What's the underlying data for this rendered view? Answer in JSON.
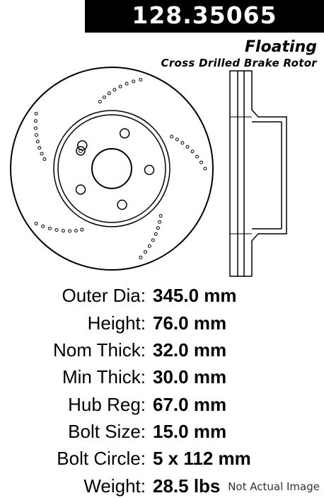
{
  "header": {
    "part_number": "128.35065",
    "subtitle_line1": "Floating",
    "subtitle_line2": "Cross Drilled Brake Rotor"
  },
  "specs": [
    {
      "label": "Outer Dia:",
      "value": "345.0 mm"
    },
    {
      "label": "Height:",
      "value": "76.0 mm"
    },
    {
      "label": "Nom Thick:",
      "value": "32.0 mm"
    },
    {
      "label": "Min Thick:",
      "value": "30.0 mm"
    },
    {
      "label": "Hub Reg:",
      "value": "67.0 mm"
    },
    {
      "label": "Bolt Size:",
      "value": "15.0 mm"
    },
    {
      "label": "Bolt Circle:",
      "value": "5 x 112 mm"
    },
    {
      "label": "Weight:",
      "value": "28.5 lbs"
    }
  ],
  "watermark": "Not Actual Image",
  "colors": {
    "ink": "#000000",
    "background": "#ffffff",
    "banner": "#000000"
  }
}
